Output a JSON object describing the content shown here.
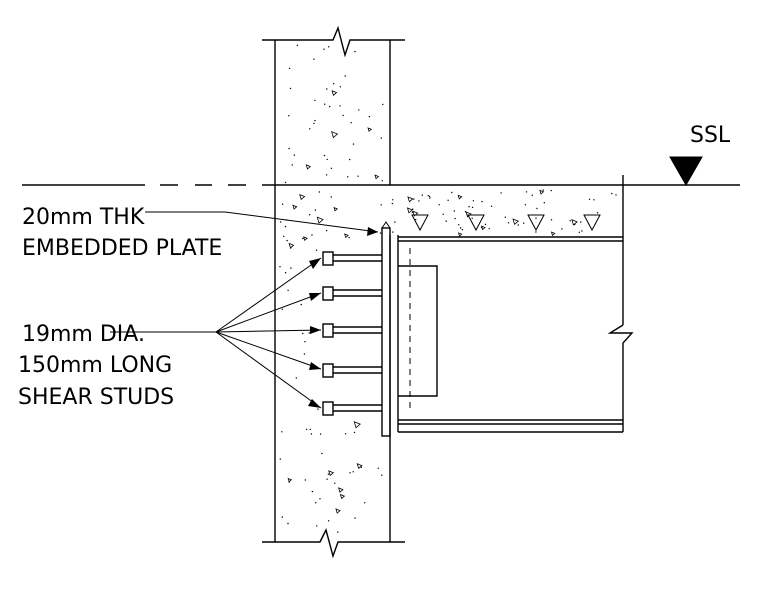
{
  "labels": {
    "embedded_plate_line1": "20mm THK",
    "embedded_plate_line2": "EMBEDDED PLATE",
    "studs_line1": "19mm DIA.",
    "studs_line2": "150mm LONG",
    "studs_line3": "SHEAR STUDS",
    "level": "SSL"
  },
  "colors": {
    "line": "#000000",
    "background": "#ffffff"
  }
}
